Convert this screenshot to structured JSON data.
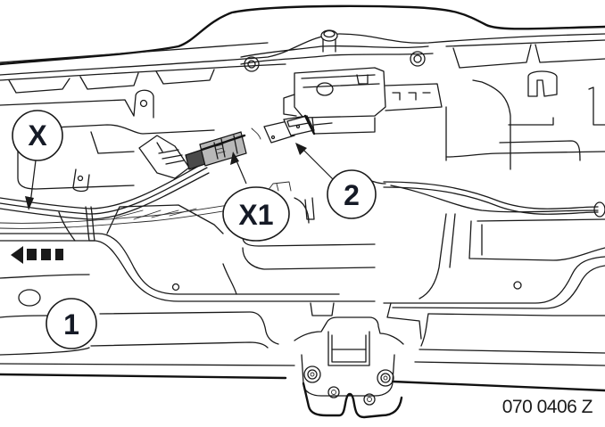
{
  "figure": {
    "type": "technical-line-drawing",
    "subject": "rear panel trim with wiring harness, connector and latch",
    "image_code": "070 0406 Z"
  },
  "callouts": [
    {
      "id": "X",
      "label": "X",
      "points_to": "wiring-harness"
    },
    {
      "id": "X1",
      "label": "X1",
      "points_to": "plug-connector"
    },
    {
      "id": "2",
      "label": "2",
      "points_to": "mating-connector"
    },
    {
      "id": "1",
      "label": "1",
      "points_to": "trim-panel"
    }
  ],
  "direction_arrow": {
    "direction": "left",
    "icon": "dashed-arrow-left-icon"
  },
  "colors": {
    "line": "#1a1a1a",
    "text": "#151a26",
    "background": "#ffffff",
    "connector_fill": "#b8b8b8"
  }
}
